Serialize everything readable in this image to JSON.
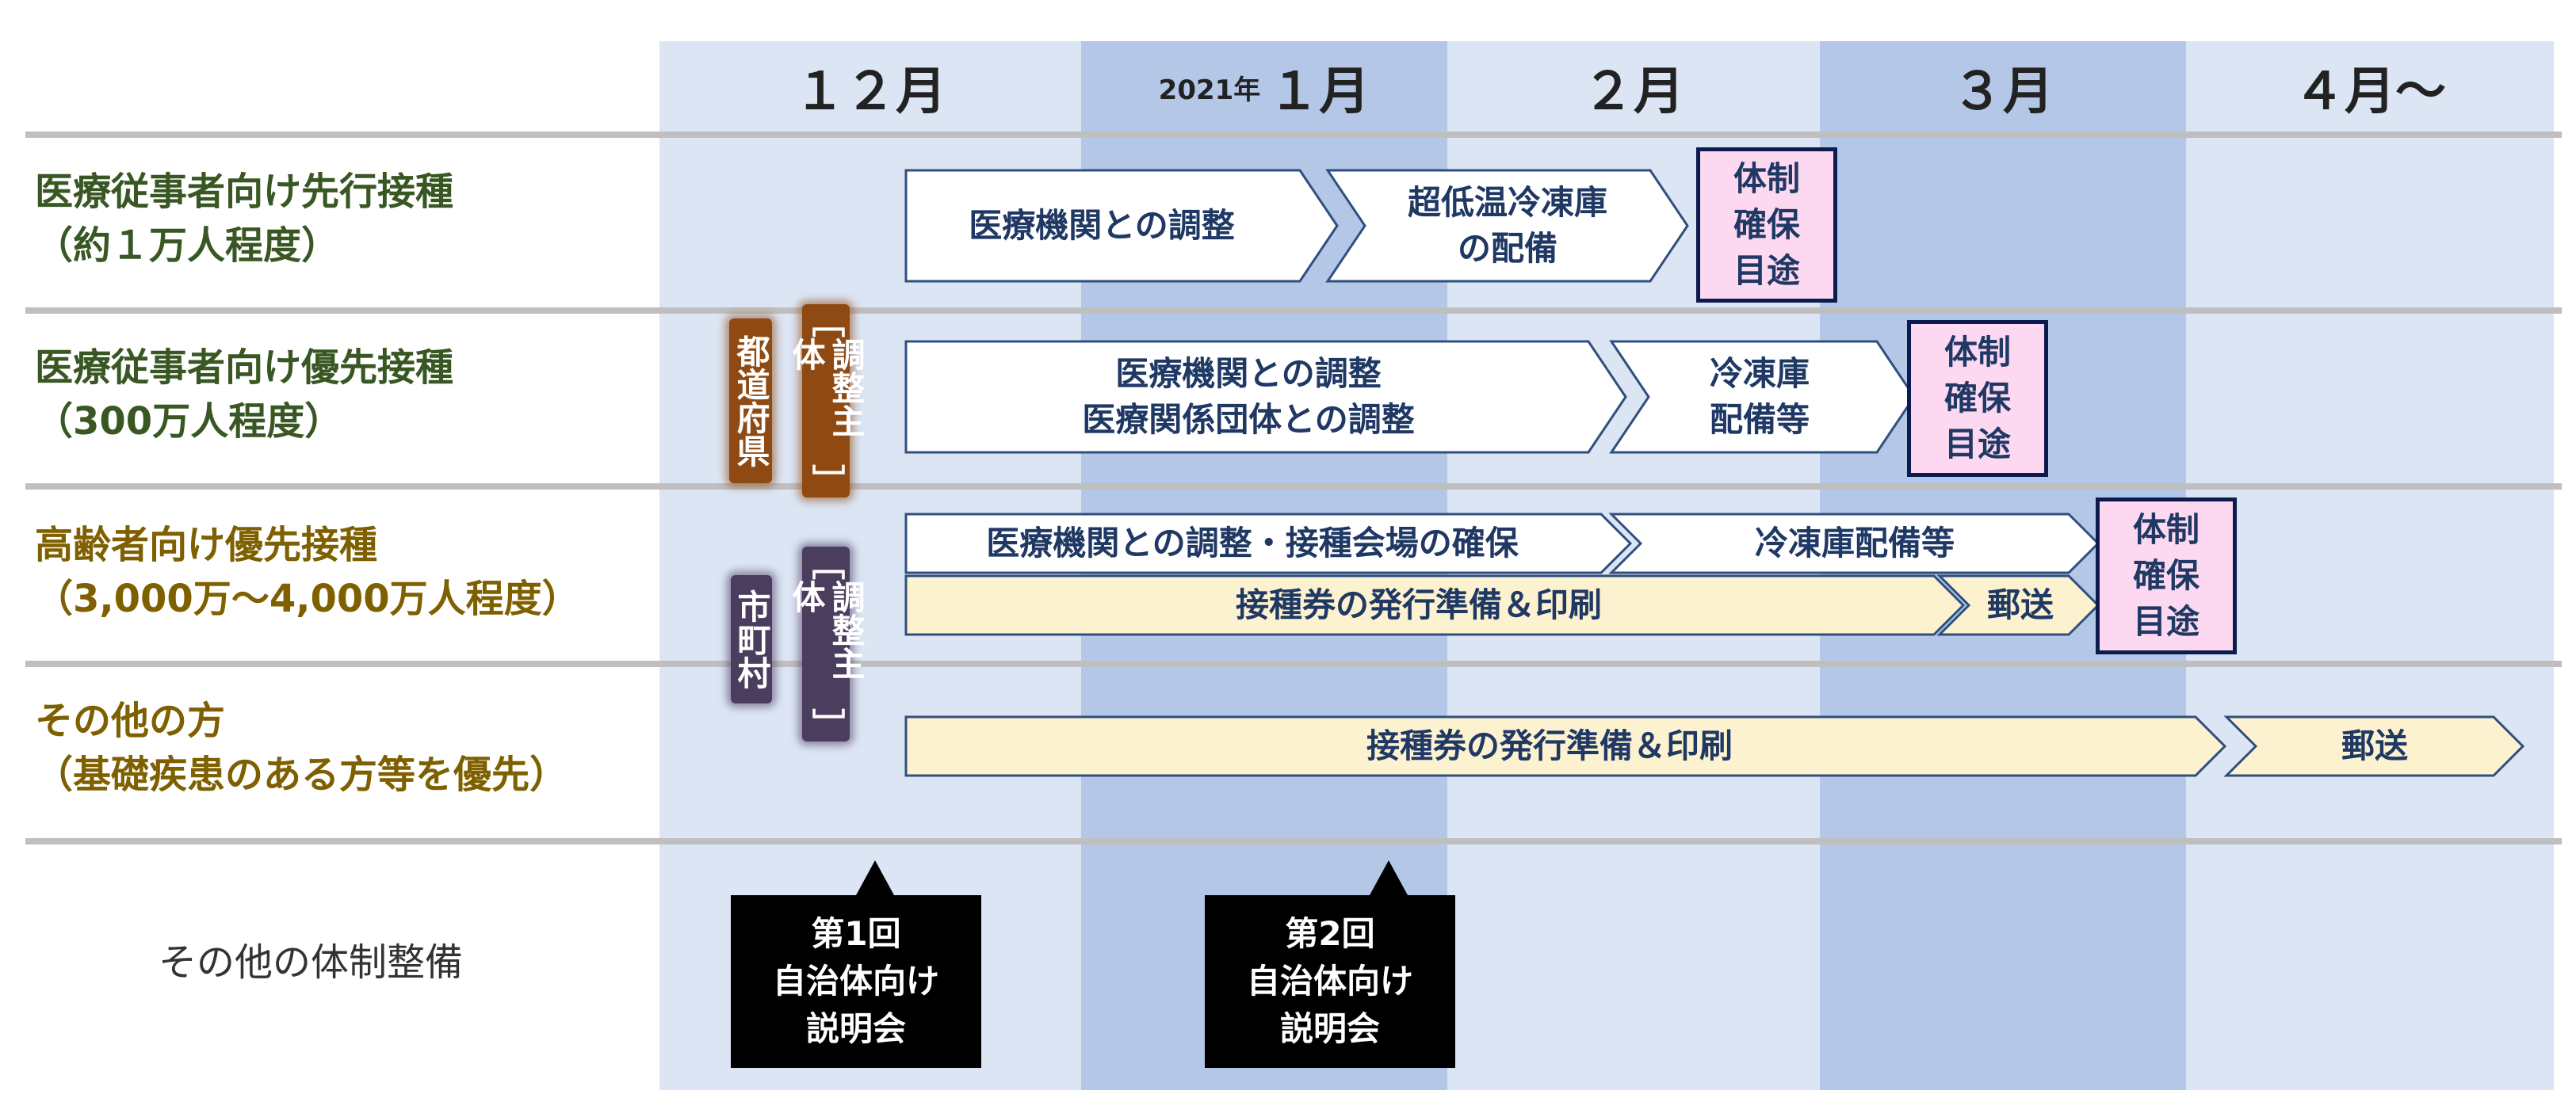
{
  "months": {
    "dec": "１２月",
    "jan_prefix": "2021年",
    "jan": "１月",
    "feb": "２月",
    "mar": "３月",
    "apr": "４月～"
  },
  "rows": [
    {
      "title": "医療従事者向け先行接種",
      "subtitle": "（約１万人程度）"
    },
    {
      "title": "医療従事者向け優先接種",
      "subtitle": "（300万人程度）"
    },
    {
      "title": "高齢者向け優先接種",
      "subtitle": "（3,000万～4,000万人程度）"
    },
    {
      "title": "その他の方",
      "subtitle": "（基礎疾患のある方等を優先）"
    }
  ],
  "other_label": "その他の体制整備",
  "tags": {
    "prefecture": "都道府県",
    "coordinator": "調整主体",
    "municipality": "市町村",
    "bracket_open": "［",
    "bracket_close": "］"
  },
  "arrows": {
    "r1_a": "医療機関との調整",
    "r1_b_line1": "超低温冷凍庫",
    "r1_b_line2": "の配備",
    "r2_a_line1": "医療機関との調整",
    "r2_a_line2": "医療関係団体との調整",
    "r2_b_line1": "冷凍庫",
    "r2_b_line2": "配備等",
    "r3_a": "医療機関との調整・接種会場の確保",
    "r3_b": "冷凍庫配備等",
    "r3_c": "接種券の発行準備＆印刷",
    "r3_d": "郵送",
    "r4_a": "接種券の発行準備＆印刷",
    "r4_b": "郵送"
  },
  "taisei": {
    "line1": "体制",
    "line2": "確保",
    "line3": "目途"
  },
  "callouts": [
    {
      "line1": "第1回",
      "line2": "自治体向け",
      "line3": "説明会"
    },
    {
      "line1": "第2回",
      "line2": "自治体向け",
      "line3": "説明会"
    }
  ],
  "colors": {
    "col_light": "#dce5f4",
    "col_dark": "#b5c7e6",
    "arrow_white_fill": "#ffffff",
    "arrow_beige_fill": "#fdf2d0",
    "arrow_outline": "#2f4f7f",
    "taisei_fill": "#fcd9f1",
    "label_green": "#385723",
    "label_olive": "#7f6000"
  }
}
